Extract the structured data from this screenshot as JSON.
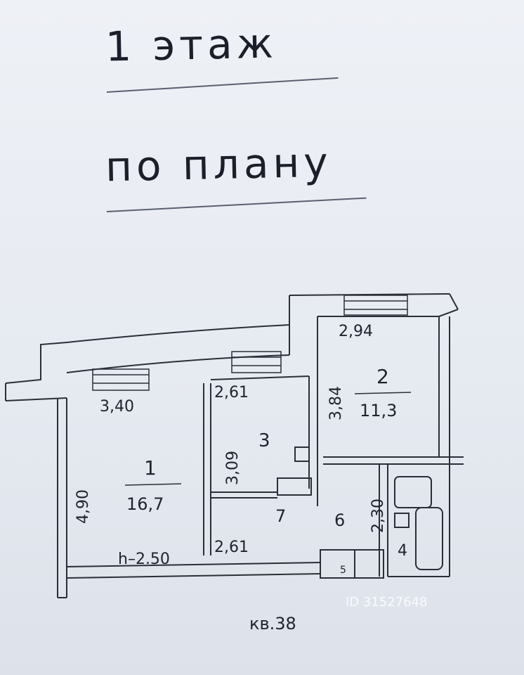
{
  "headings": {
    "floor": "1 этаж",
    "by_plan": "по плану"
  },
  "rooms": [
    {
      "number": "1",
      "area": "16,7"
    },
    {
      "number": "2",
      "area": "11,3"
    },
    {
      "number": "3"
    },
    {
      "number": "4"
    },
    {
      "number": "5"
    },
    {
      "number": "6"
    },
    {
      "number": "7"
    }
  ],
  "dimensions": {
    "room1_width": "3,40",
    "room1_depth": "4,90",
    "room3_width": "2,61",
    "room3_depth": "3,09",
    "room2_width": "2,94",
    "room2_depth": "3,84",
    "hall_width": "2,61",
    "bath_depth": "2,30",
    "ceiling_height": "h–2.50"
  },
  "apartment_label": "кв.38",
  "watermark": "ID 31527648"
}
